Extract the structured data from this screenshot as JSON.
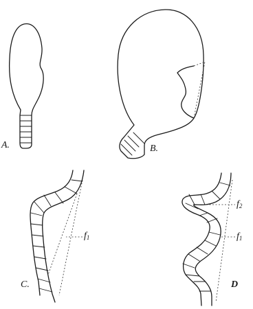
{
  "labels": {
    "A": "A.",
    "B": "B.",
    "C": "C.",
    "D": "D",
    "f1_c": "f",
    "f1_c_sub": "1",
    "f2_d": "f",
    "f2_d_sub": "2",
    "f1_d": "f",
    "f1_d_sub": "1"
  },
  "colors": {
    "ink": "#1a1a1a",
    "paper": "#ffffff"
  }
}
